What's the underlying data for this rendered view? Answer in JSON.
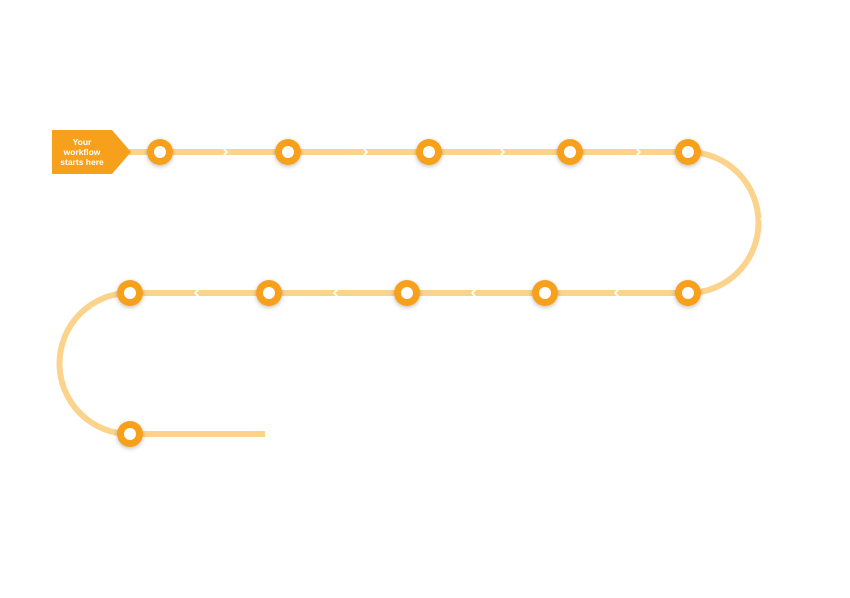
{
  "start_badge": {
    "lines": [
      "Your",
      "workflow",
      "starts here"
    ]
  },
  "colors": {
    "track": "#fbd38c",
    "node": "#f7a01c",
    "badge": "#f7a01c",
    "chevron": "#ffffff",
    "node_center": "#ffffff"
  },
  "nodes": [
    {
      "id": "step-1"
    },
    {
      "id": "step-2"
    },
    {
      "id": "step-3"
    },
    {
      "id": "step-4"
    },
    {
      "id": "step-5"
    },
    {
      "id": "step-6"
    },
    {
      "id": "step-7"
    },
    {
      "id": "step-8"
    },
    {
      "id": "step-9"
    },
    {
      "id": "step-10"
    },
    {
      "id": "step-11"
    }
  ]
}
